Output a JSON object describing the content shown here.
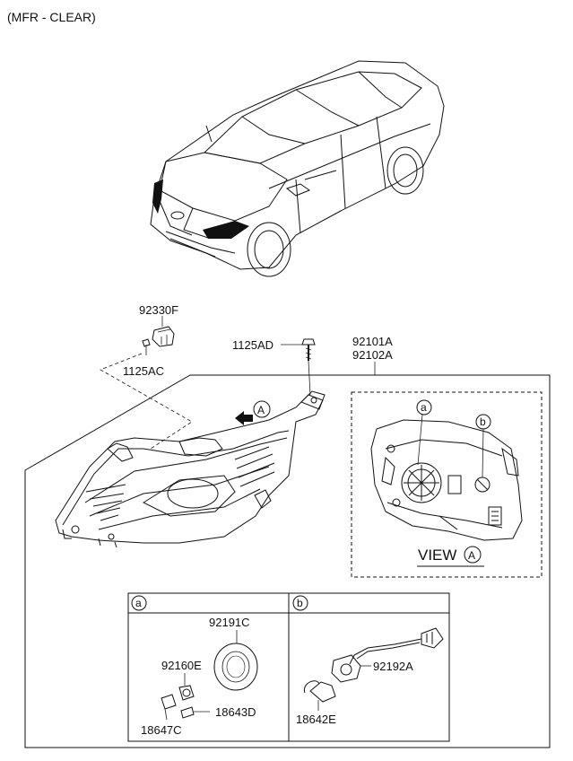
{
  "header": {
    "title": "(MFR - CLEAR)"
  },
  "labels": {
    "part_92330F": "92330F",
    "part_1125AC": "1125AC",
    "part_1125AD": "1125AD",
    "part_92101A": "92101A",
    "part_92102A": "92102A",
    "view_marker": "A",
    "view_title": "VIEW",
    "view_circle": "A",
    "callout_a": "a",
    "callout_b": "b"
  },
  "detail_panels": {
    "a": {
      "tag": "a",
      "parts": {
        "p92191C": "92191C",
        "p92160E": "92160E",
        "p18643D": "18643D",
        "p18647C": "18647C"
      }
    },
    "b": {
      "tag": "b",
      "parts": {
        "p92192A": "92192A",
        "p18642E": "18642E"
      }
    }
  }
}
